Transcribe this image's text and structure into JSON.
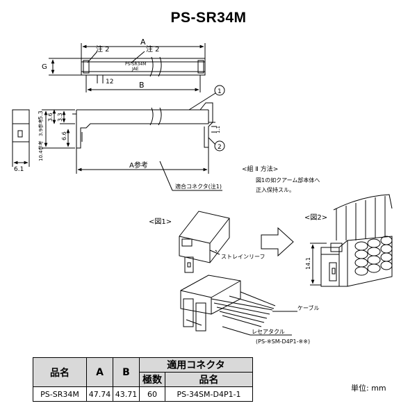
{
  "title": "PS-SR34M",
  "drawing": {
    "dim_a": "A",
    "dim_b": "B",
    "dim_a_ref": "A参考",
    "note_2_left": "注 2",
    "note_2_right": "注 2",
    "label_g": "G",
    "dim_12": "12",
    "part_marking_1": "PS-SR34M",
    "part_marking_2": "JAE",
    "dim_5_3": "5.3",
    "dim_3_6": "3.6",
    "dim_3_3": "3.3",
    "dim_3_9_ref": "3.9参考",
    "dim_6_6": "6.6",
    "dim_10_4_ref": "10.4参考",
    "dim_1_1": "1.1",
    "dim_6_1": "6.1",
    "callout_1": "1",
    "callout_2": "2",
    "applicable_connector": "適合コネクタ(注1)",
    "assembly_title": "<組 Ⅱ 方法>",
    "assembly_line_1": "図1の如クアーム部本体へ",
    "assembly_line_2": "正入保持スル。",
    "fig1_label": "<図1>",
    "fig2_label": "<図2>",
    "strain_relief": "ストレインリーフ",
    "cable": "ケーブル",
    "receptacle": "レセアタクル",
    "receptacle_part": "(PS-※SM-D4P1-※※)",
    "dim_14_1": "14.1"
  },
  "table": {
    "col_name": "品名",
    "col_a": "A",
    "col_b": "B",
    "col_connector": "適用コネクタ",
    "col_poles": "極数",
    "col_connector_name": "品名",
    "row": {
      "name": "PS-SR34M",
      "a": "47.74",
      "b": "43.71",
      "poles": "60",
      "connector": "PS-34SM-D4P1-1"
    }
  },
  "unit_label": "単位: mm"
}
